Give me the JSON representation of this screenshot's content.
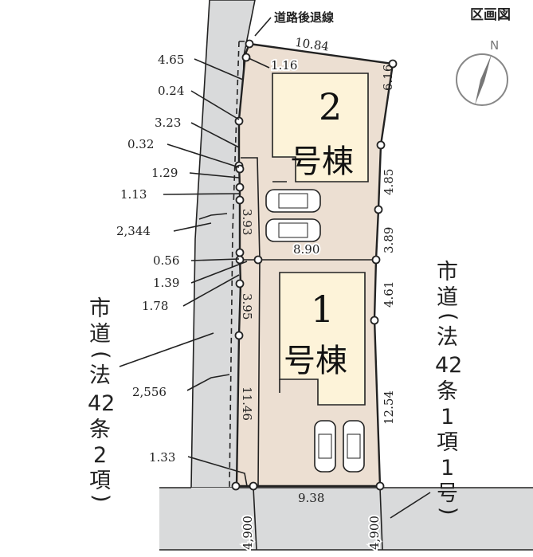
{
  "title": "区画図",
  "compass": {
    "label": "N"
  },
  "setback_label": "道路後退線",
  "lots": [
    {
      "number": "2",
      "suffix": "号棟"
    },
    {
      "number": "1",
      "suffix": "号棟"
    }
  ],
  "roads": {
    "left": [
      "市",
      "道",
      "(",
      "法",
      "42",
      "条",
      "2",
      "項",
      ")"
    ],
    "right": [
      "市",
      "道",
      "(",
      "法",
      "42",
      "条",
      "1",
      "項",
      "1",
      "号",
      ")"
    ]
  },
  "dimensions": {
    "top": "10.84",
    "d_1_16": "1.16",
    "d_4_65": "4.65",
    "d_0_24": "0.24",
    "d_3_23": "3.23",
    "d_0_32": "0.32",
    "d_1_29": "1.29",
    "d_1_13": "1.13",
    "d_2344": "2,344",
    "d_0_56": "0.56",
    "d_1_39": "1.39",
    "d_1_78": "1.78",
    "d_2556": "2,556",
    "d_1_33": "1.33",
    "d_6_16": "6.16",
    "d_4_85": "4.85",
    "d_3_89": "3.89",
    "d_3_93": "3.93",
    "d_8_90": "8.90",
    "d_4_61": "4.61",
    "d_3_95": "3.95",
    "d_11_46": "11.46",
    "d_12_54": "12.54",
    "d_9_38": "9.38",
    "road_w_left": "4,900",
    "road_w_right": "4,900"
  },
  "colors": {
    "road": "#d9dadb",
    "lot": "#ecdfd2",
    "building": "#fdf3d9",
    "line": "#222222"
  }
}
